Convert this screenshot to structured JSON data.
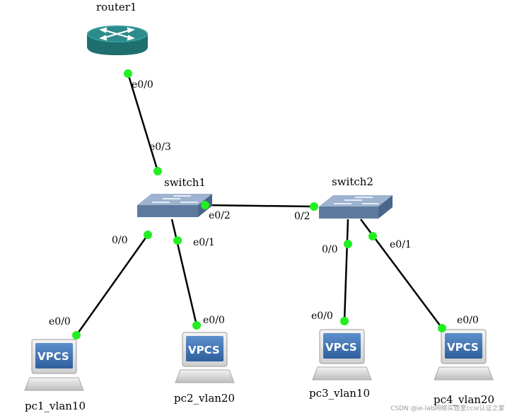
{
  "devices": {
    "router1": {
      "label": "router1"
    },
    "switch1": {
      "label": "switch1"
    },
    "switch2": {
      "label": "switch2"
    },
    "pc1": {
      "label": "pc1_vlan10",
      "badge": "VPCS"
    },
    "pc2": {
      "label": "pc2_vlan20",
      "badge": "VPCS"
    },
    "pc3": {
      "label": "pc3_vlan10",
      "badge": "VPCS"
    },
    "pc4": {
      "label": "pc4_vlan20",
      "badge": "VPCS"
    }
  },
  "ports": {
    "router1_sw1_router_end": "e0/0",
    "router1_sw1_switch_end": "e0/3",
    "sw1_sw2_sw1_end": "e0/2",
    "sw1_sw2_sw2_end": "0/2",
    "sw1_pc1_switch_end": "0/0",
    "sw1_pc1_pc_end": "e0/0",
    "sw1_pc2_switch_end": "e0/1",
    "sw1_pc2_pc_end": "e0/0",
    "sw2_pc3_switch_end": "0/0",
    "sw2_pc3_pc_end": "e0/0",
    "sw2_pc4_switch_end": "e0/1",
    "sw2_pc4_pc_end": "e0/0"
  },
  "colors": {
    "link_up": "#22ee22",
    "router_body": "#2e8b8b",
    "switch_body": "#7f9bbd",
    "vpcs_screen": "#3f74b5"
  },
  "watermark": "CSDN @ie-lab网络实验室ccie认证之家"
}
